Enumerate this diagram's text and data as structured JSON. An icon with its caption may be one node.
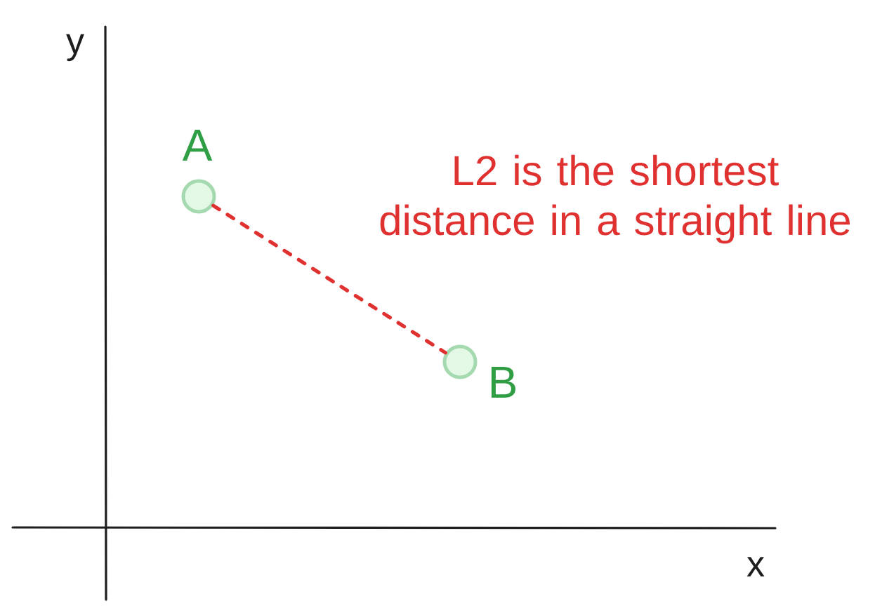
{
  "diagram": {
    "nodes": [
      {
        "text": [],
        "shape": "circle",
        "beside": [
          "A"
        ]
      },
      {
        "text": [],
        "shape": "circle",
        "beside": [
          "B"
        ]
      }
    ],
    "edges": [
      {
        "from": 0,
        "to": 1,
        "arrow": "none",
        "style": "dashed",
        "color": "#e03131"
      }
    ],
    "labels": [
      "y",
      "L2 is the shortest distance in a straight line",
      "x"
    ]
  }
}
